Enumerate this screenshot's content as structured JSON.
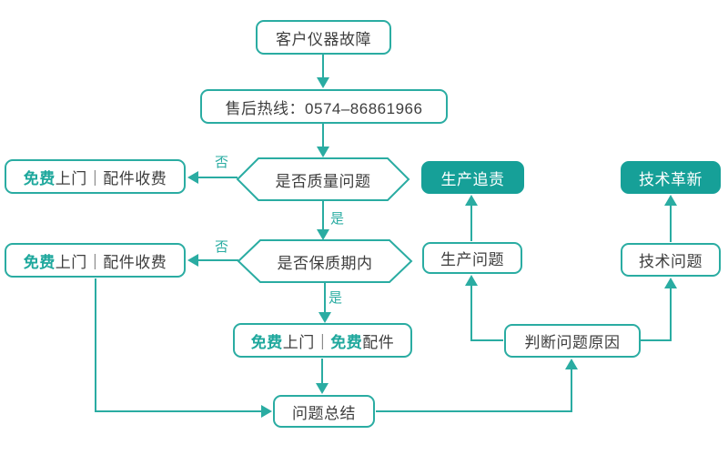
{
  "colors": {
    "line_teal": "#2aaca2",
    "filled_node_teal": "#16a098",
    "highlight_text_teal": "#1fa89d",
    "dark_text": "#3e3e3e",
    "node_background": "#ffffff"
  },
  "nodes": {
    "start": {
      "label": "客户仪器故障"
    },
    "hotline": {
      "label": "售后热线：0574–86861966"
    },
    "decision_quality": {
      "label": "是否质量问题"
    },
    "decision_warranty": {
      "label": "是否保质期内"
    },
    "free_visit_paid_parts_top": {
      "highlight": "免费",
      "rest": "上门｜配件收费"
    },
    "free_visit_paid_parts_bottom": {
      "highlight": "免费",
      "rest": "上门｜配件收费"
    },
    "free_visit_free_parts": {
      "highlight1": "免费",
      "mid": "上门｜",
      "highlight2": "免费",
      "tail": "配件"
    },
    "summary": {
      "label": "问题总结"
    },
    "judge_cause": {
      "label": "判断问题原因"
    },
    "production_issue": {
      "label": "生产问题"
    },
    "production_trace": {
      "label": "生产追责"
    },
    "tech_issue": {
      "label": "技术问题"
    },
    "tech_innovation": {
      "label": "技术革新"
    }
  },
  "edge_labels": {
    "quality_no": "否",
    "quality_yes": "是",
    "warranty_no": "否",
    "warranty_yes": "是"
  }
}
